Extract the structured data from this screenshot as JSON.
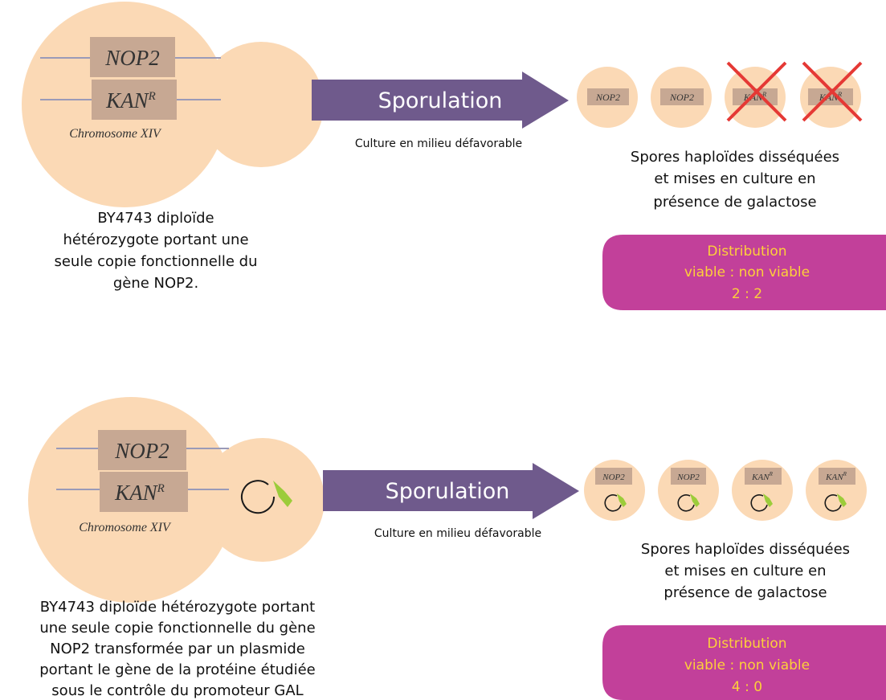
{
  "colors": {
    "cell": "#fbd9b5",
    "gene_box": "#c7a893",
    "chromosome_line": "#9a9ab8",
    "arrow": "#6f5a8c",
    "distribution_box": "#c2409a",
    "distribution_text": "#fdd03a",
    "cross": "#e53935",
    "plasmid_insert": "#9ccc3a"
  },
  "scenario1": {
    "gene_top": "NOP2",
    "gene_bottom": "KAN",
    "gene_bottom_sup": "R",
    "chromosome": "Chromosome XIV",
    "arrow_label": "Sporulation",
    "arrow_caption": "Culture en milieu défavorable",
    "spores": [
      {
        "label": "NOP2",
        "sup": "",
        "viable": true
      },
      {
        "label": "NOP2",
        "sup": "",
        "viable": true
      },
      {
        "label": "KAN",
        "sup": "R",
        "viable": false
      },
      {
        "label": "KAN",
        "sup": "R",
        "viable": false
      }
    ],
    "spores_caption": [
      "Spores haploïdes disséquées",
      "et mises en culture en",
      "présence de galactose"
    ],
    "cell_caption": [
      "BY4743 diploïde",
      "hétérozygote portant une",
      "seule copie fonctionnelle du",
      "gène NOP2."
    ],
    "distribution": [
      "Distribution",
      "viable : non viable",
      "2 : 2"
    ]
  },
  "scenario2": {
    "gene_top": "NOP2",
    "gene_bottom": "KAN",
    "gene_bottom_sup": "R",
    "chromosome": "Chromosome XIV",
    "arrow_label": "Sporulation",
    "arrow_caption": "Culture en milieu défavorable",
    "spores": [
      {
        "label": "NOP2",
        "sup": ""
      },
      {
        "label": "NOP2",
        "sup": ""
      },
      {
        "label": "KAN",
        "sup": "R"
      },
      {
        "label": "KAN",
        "sup": "R"
      }
    ],
    "spores_caption": [
      "Spores haploïdes disséquées",
      "et mises en culture en",
      "présence de galactose"
    ],
    "cell_caption": [
      "BY4743 diploïde hétérozygote portant",
      "une seule copie fonctionnelle du gène",
      "NOP2 transformée par un plasmide",
      "portant le gène de la protéine étudiée",
      "sous le contrôle du promoteur GAL"
    ],
    "distribution": [
      "Distribution",
      "viable : non viable",
      "4 : 0"
    ]
  }
}
